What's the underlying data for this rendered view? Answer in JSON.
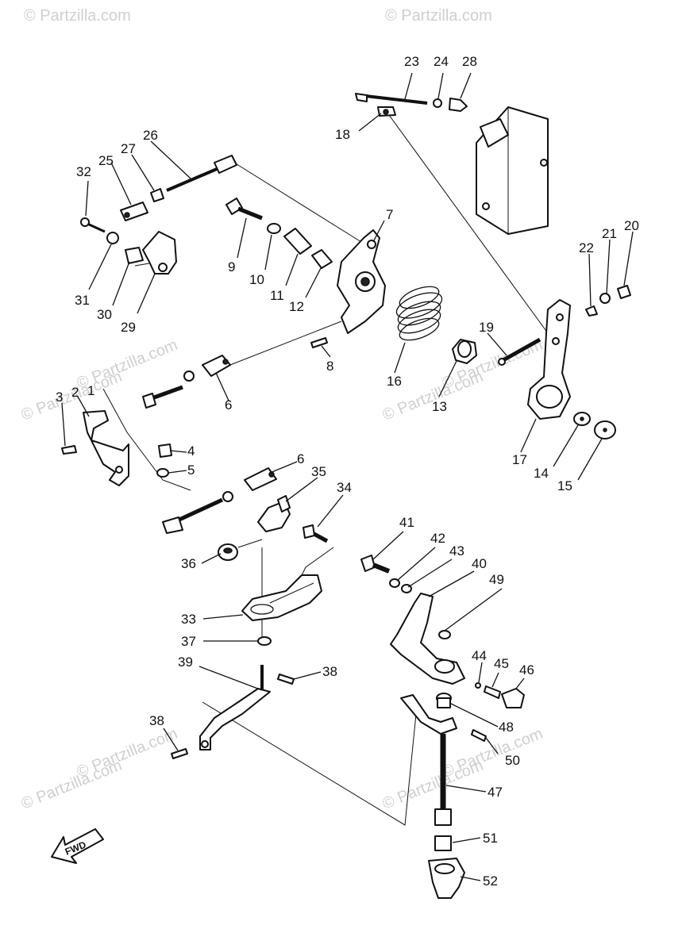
{
  "watermarks": [
    "© Partzilla.com",
    "© Partzilla.com",
    "© Partzilla.com",
    "© Partzilla.com",
    "© Partzilla.com",
    "© Partzilla.com",
    "© Partzilla.com",
    "© Partzilla.com",
    "© Partzilla.com",
    "© Partzilla.com"
  ],
  "fwd_label": "FWD",
  "callouts": {
    "c1": "1",
    "c2": "2",
    "c3": "3",
    "c4": "4",
    "c5": "5",
    "c6a": "6",
    "c6b": "6",
    "c7": "7",
    "c8": "8",
    "c9": "9",
    "c10": "10",
    "c11": "11",
    "c12": "12",
    "c13": "13",
    "c14": "14",
    "c15": "15",
    "c16": "16",
    "c17": "17",
    "c18": "18",
    "c19": "19",
    "c20": "20",
    "c21": "21",
    "c22": "22",
    "c23": "23",
    "c24": "24",
    "c25": "25",
    "c26": "26",
    "c27": "27",
    "c28": "28",
    "c29": "29",
    "c30": "30",
    "c31": "31",
    "c32": "32",
    "c33": "33",
    "c34": "34",
    "c35": "35",
    "c36": "36",
    "c37": "37",
    "c38a": "38",
    "c38b": "38",
    "c39": "39",
    "c40": "40",
    "c41": "41",
    "c42": "42",
    "c43": "43",
    "c44": "44",
    "c45": "45",
    "c46": "46",
    "c47": "47",
    "c48": "48",
    "c49": "49",
    "c50": "50",
    "c51": "51",
    "c52": "52"
  }
}
